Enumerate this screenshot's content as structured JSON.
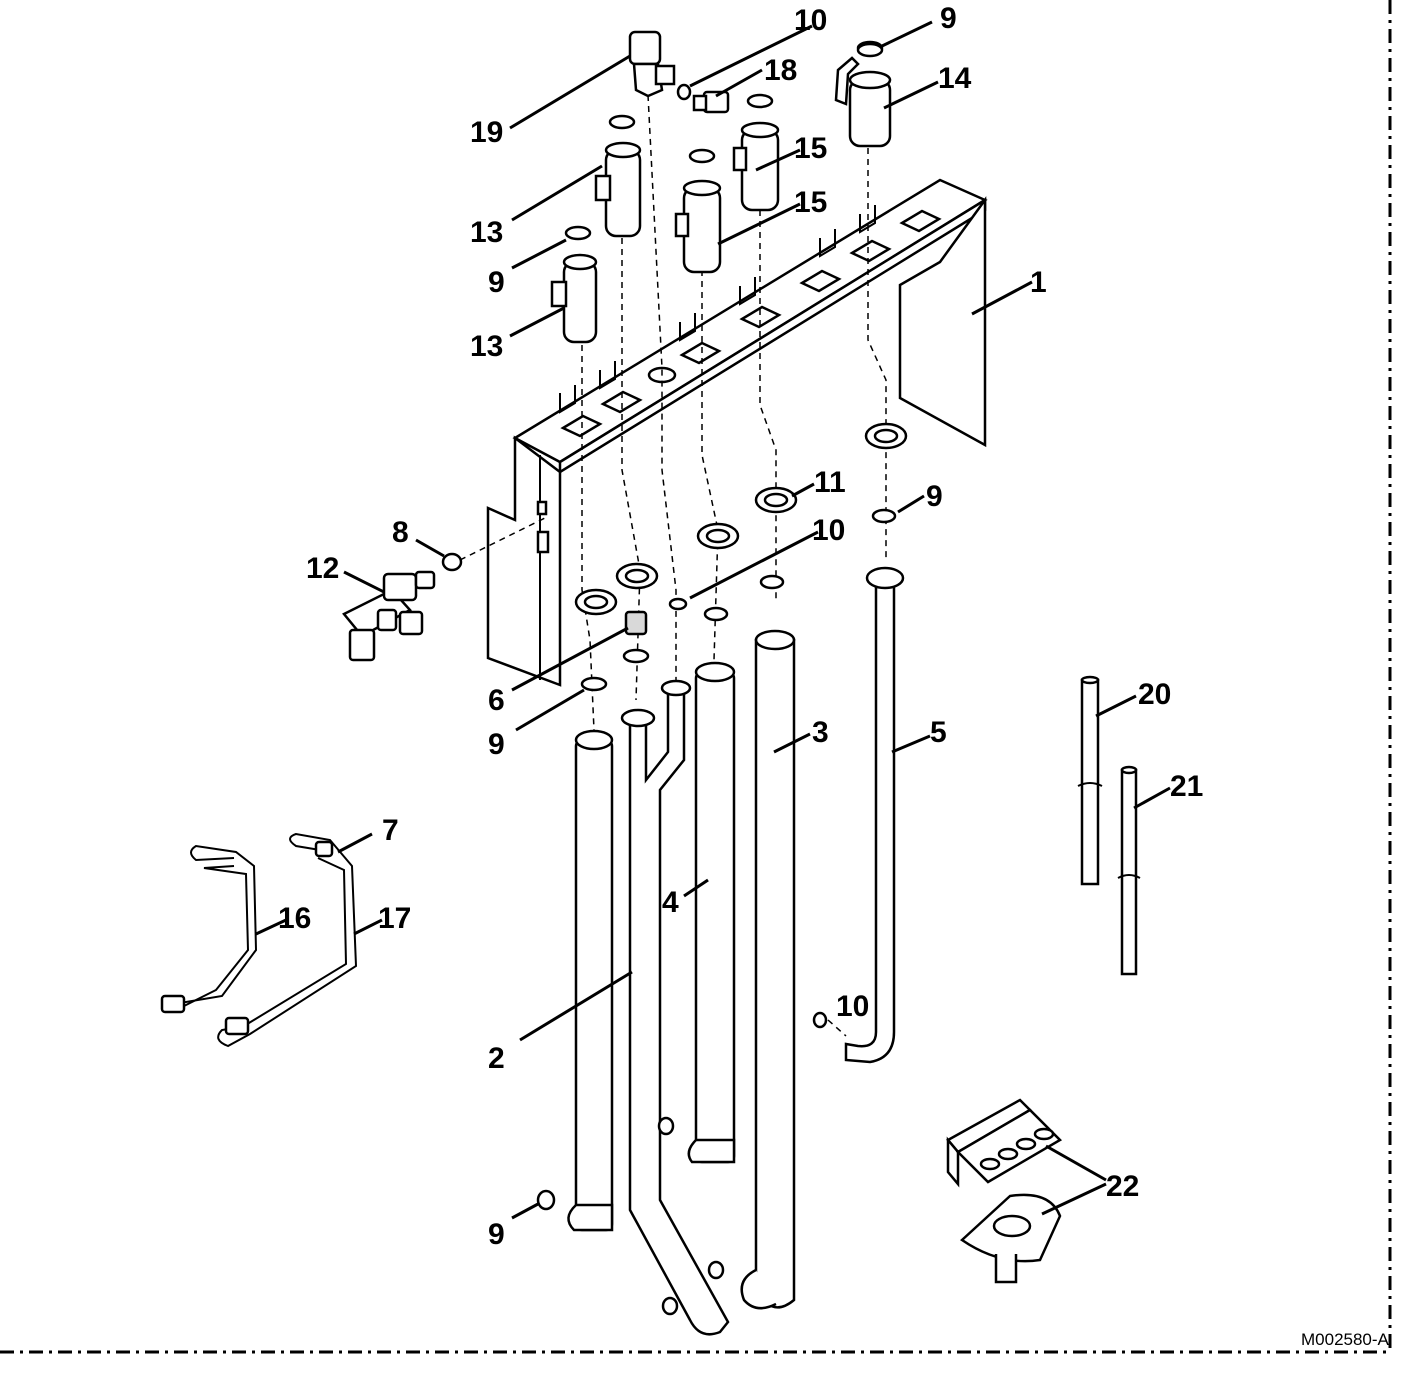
{
  "drawing_code": "M002580-A",
  "callouts": [
    {
      "key": "1",
      "text": "1"
    },
    {
      "key": "2",
      "text": "2"
    },
    {
      "key": "3",
      "text": "3"
    },
    {
      "key": "4",
      "text": "4"
    },
    {
      "key": "5",
      "text": "5"
    },
    {
      "key": "6",
      "text": "6"
    },
    {
      "key": "7",
      "text": "7"
    },
    {
      "key": "8",
      "text": "8"
    },
    {
      "key": "9a",
      "text": "9"
    },
    {
      "key": "9b",
      "text": "9"
    },
    {
      "key": "9c",
      "text": "9"
    },
    {
      "key": "9d",
      "text": "9"
    },
    {
      "key": "9e",
      "text": "9"
    },
    {
      "key": "10a",
      "text": "10"
    },
    {
      "key": "10b",
      "text": "10"
    },
    {
      "key": "10c",
      "text": "10"
    },
    {
      "key": "11",
      "text": "11"
    },
    {
      "key": "12",
      "text": "12"
    },
    {
      "key": "13a",
      "text": "13"
    },
    {
      "key": "13b",
      "text": "13"
    },
    {
      "key": "14",
      "text": "14"
    },
    {
      "key": "15a",
      "text": "15"
    },
    {
      "key": "15b",
      "text": "15"
    },
    {
      "key": "16",
      "text": "16"
    },
    {
      "key": "17",
      "text": "17"
    },
    {
      "key": "18",
      "text": "18"
    },
    {
      "key": "19",
      "text": "19"
    },
    {
      "key": "20",
      "text": "20"
    },
    {
      "key": "21",
      "text": "21"
    },
    {
      "key": "22",
      "text": "22"
    }
  ]
}
